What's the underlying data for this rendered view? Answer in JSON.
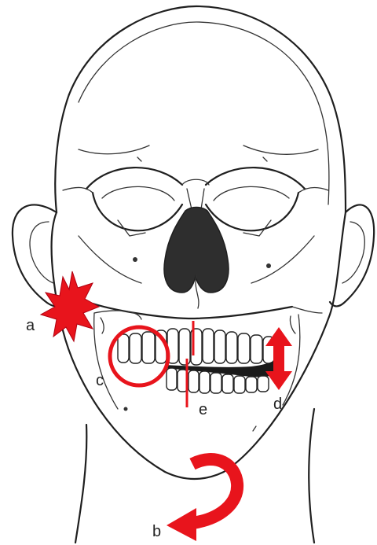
{
  "figure": {
    "subject": "skull-face-frontal",
    "accent_color": "#e8141c",
    "ink_color": "#1f1f1f",
    "labels": {
      "a": "a",
      "b": "b",
      "c": "c",
      "d": "d",
      "e": "e"
    },
    "markers": {
      "a": "starburst-icon",
      "b": "curved-arrow-icon",
      "c": "circle-highlight",
      "d": "double-arrow-icon",
      "e": "midline-icon"
    }
  }
}
